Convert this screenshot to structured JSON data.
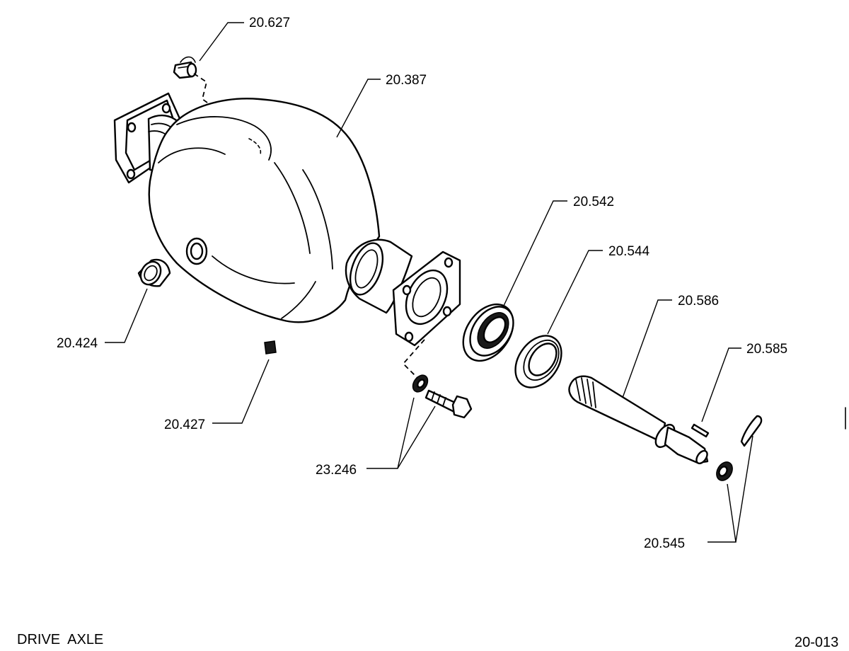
{
  "callouts": [
    {
      "id": "20.627",
      "text": "20.627"
    },
    {
      "id": "20.387",
      "text": "20.387"
    },
    {
      "id": "20.542",
      "text": "20.542"
    },
    {
      "id": "20.544",
      "text": "20.544"
    },
    {
      "id": "20.586",
      "text": "20.586"
    },
    {
      "id": "20.585",
      "text": "20.585"
    },
    {
      "id": "20.424",
      "text": "20.424"
    },
    {
      "id": "20.427",
      "text": "20.427"
    },
    {
      "id": "23.246",
      "text": "23.246"
    },
    {
      "id": "20.545",
      "text": "20.545"
    }
  ],
  "footer": {
    "title": "DRIVE  AXLE",
    "page_code": "20-013"
  }
}
